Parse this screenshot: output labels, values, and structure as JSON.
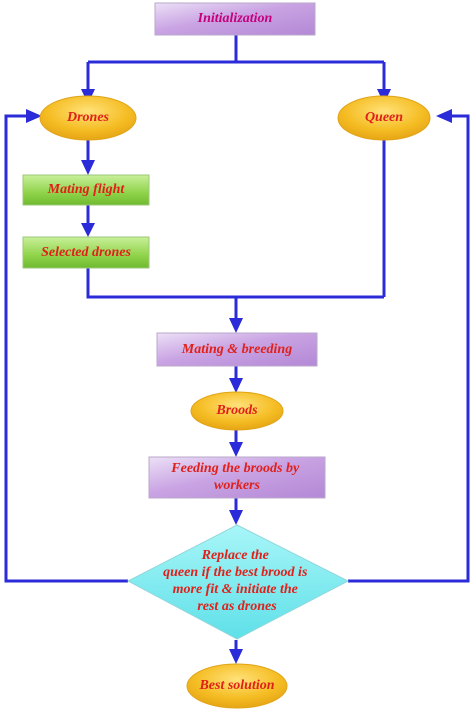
{
  "diagram": {
    "nodes": {
      "initialization": "Initialization",
      "drones": "Drones",
      "queen": "Queen",
      "mating_flight": "Mating flight",
      "selected_drones": "Selected drones",
      "mating_breeding": "Mating & breeding",
      "broods": "Broods",
      "feeding": [
        "Feeding the broods by",
        "workers"
      ],
      "replace": [
        "Replace the",
        "queen if the best brood is",
        "more fit & initiate the",
        "rest as drones"
      ],
      "best_solution": "Best solution"
    },
    "colors": {
      "connector": "#2b2bd9",
      "magenta_text": "#c4007a",
      "red_text": "#e0201a",
      "lavender_fill": "#c9a3e3",
      "green_fill": "#8fd34a",
      "ellipse_fill": "#f0b21a",
      "diamond_fill": "#6ee8ee"
    }
  }
}
